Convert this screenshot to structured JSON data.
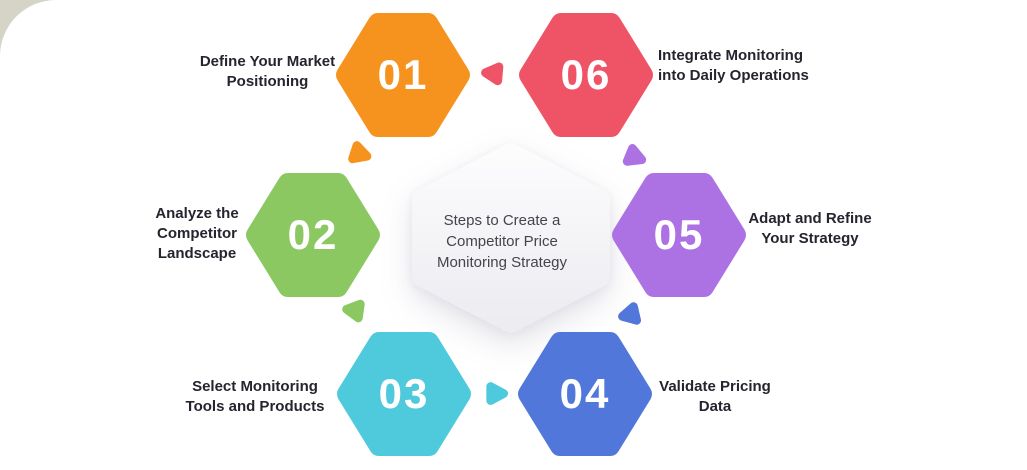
{
  "colors": {
    "canvas": "#FFFFFF",
    "page_corner": "#D5D4C7",
    "label_text": "#26242E",
    "center_text": "#45444C",
    "number_text": "#FFFFFF",
    "center_hex_top": "#FCFCFD",
    "center_hex_bottom": "#ECECF1"
  },
  "center": {
    "title": "Steps to Create a\nCompetitor Price\nMonitoring Strategy"
  },
  "steps": [
    {
      "number": "01",
      "label": "Define Your Market\nPositioning",
      "color": "#F6931E"
    },
    {
      "number": "02",
      "label": "Analyze the\nCompetitor\nLandscape",
      "color": "#8CC862"
    },
    {
      "number": "03",
      "label": "Select Monitoring\nTools and Products",
      "color": "#4FC9DC"
    },
    {
      "number": "04",
      "label": "Validate Pricing\nData",
      "color": "#5277DB"
    },
    {
      "number": "05",
      "label": "Adapt and Refine\nYour Strategy",
      "color": "#AC71E3"
    },
    {
      "number": "06",
      "label": "Integrate Monitoring\ninto Daily Operations",
      "color": "#EF5366"
    }
  ]
}
